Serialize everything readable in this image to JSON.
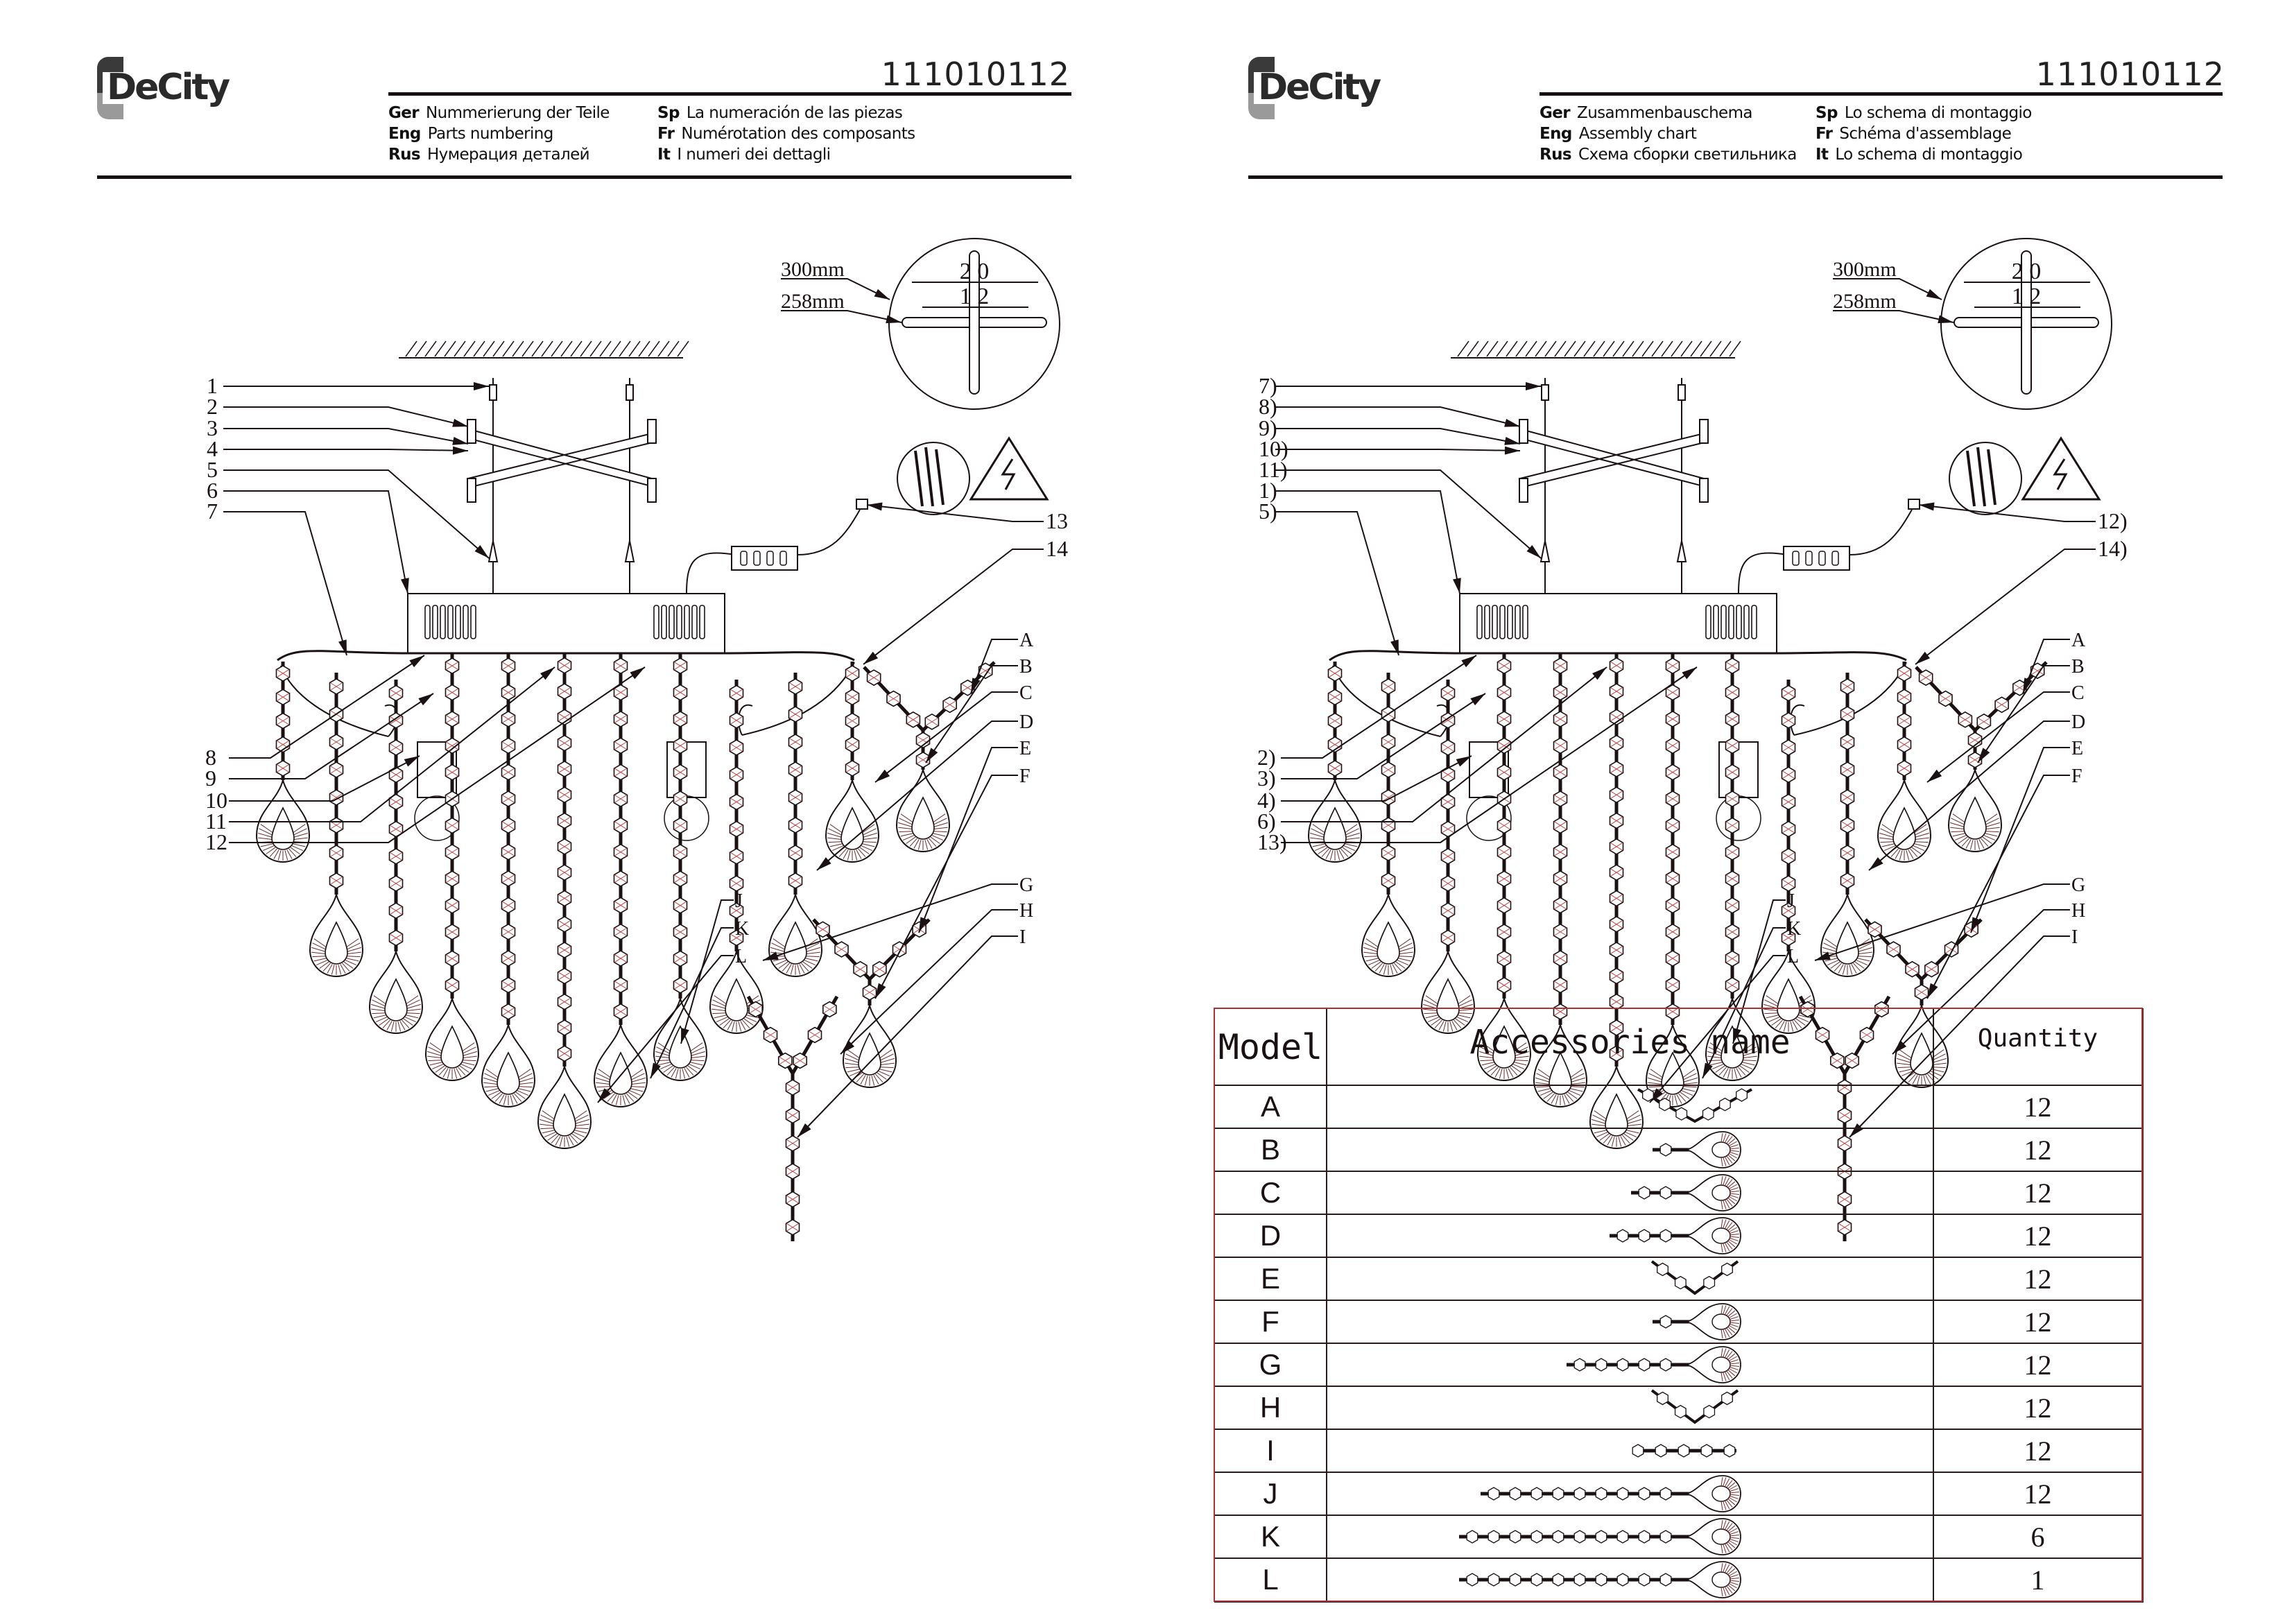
{
  "pages": [
    {
      "logo": "DeCity",
      "doc_number": "111010112",
      "titles": [
        {
          "lang": "Ger",
          "text": "Nummerierung der Teile"
        },
        {
          "lang": "Eng",
          "text": "Parts numbering"
        },
        {
          "lang": "Rus",
          "text": "Нумерация деталей"
        },
        {
          "lang": "Sp",
          "text": "La numeración de las piezas"
        },
        {
          "lang": "Fr",
          "text": "Numérotation des composants"
        },
        {
          "lang": "It",
          "text": "I numeri dei dettagli"
        }
      ],
      "diagram": {
        "dim_labels": [
          "300mm",
          "258mm"
        ],
        "detail_dims": [
          "2 0",
          "1 2"
        ],
        "part_labels_top": [
          "1",
          "2",
          "3",
          "4",
          "5",
          "6",
          "7"
        ],
        "part_labels_bottom": [
          "8",
          "9",
          "10",
          "11",
          "12"
        ],
        "part_labels_right": [
          "13",
          "14"
        ],
        "letter_labels": [
          "A",
          "B",
          "C",
          "D",
          "E",
          "F",
          "G",
          "H",
          "I",
          "J",
          "K",
          "L"
        ]
      }
    },
    {
      "logo": "DeCity",
      "doc_number": "111010112",
      "titles": [
        {
          "lang": "Ger",
          "text": "Zusammenbauschema"
        },
        {
          "lang": "Eng",
          "text": "Assembly chart"
        },
        {
          "lang": "Rus",
          "text": "Схема сборки светильника"
        },
        {
          "lang": "Sp",
          "text": "Lo schema di montaggio"
        },
        {
          "lang": "Fr",
          "text": "Schéma d'assemblage"
        },
        {
          "lang": "It",
          "text": "Lo schema di montaggio"
        }
      ],
      "diagram": {
        "dim_labels": [
          "300mm",
          "258mm"
        ],
        "detail_dims": [
          "2 0",
          "1 2"
        ],
        "part_labels_top": [
          "7)",
          "8)",
          "9)",
          "10)",
          "11)",
          "1)",
          "5)"
        ],
        "part_labels_bottom": [
          "2)",
          "3)",
          "4)",
          "6)",
          "13)"
        ],
        "part_labels_right": [
          "12)",
          "14)"
        ],
        "letter_labels": [
          "A",
          "B",
          "C",
          "D",
          "E",
          "F",
          "G",
          "H",
          "I",
          "J",
          "K",
          "L"
        ]
      }
    }
  ],
  "table": {
    "headers": [
      "Model",
      "Accessories name",
      "Quantity"
    ],
    "rows": [
      {
        "model": "A",
        "shape": "v",
        "beads": 3,
        "qty": "12"
      },
      {
        "model": "B",
        "shape": "drop",
        "beads": 1,
        "qty": "12"
      },
      {
        "model": "C",
        "shape": "drop",
        "beads": 2,
        "qty": "12"
      },
      {
        "model": "D",
        "shape": "drop",
        "beads": 3,
        "qty": "12"
      },
      {
        "model": "E",
        "shape": "v",
        "beads": 2,
        "qty": "12"
      },
      {
        "model": "F",
        "shape": "drop",
        "beads": 1,
        "qty": "12"
      },
      {
        "model": "G",
        "shape": "drop",
        "beads": 5,
        "qty": "12"
      },
      {
        "model": "H",
        "shape": "v",
        "beads": 2,
        "qty": "12"
      },
      {
        "model": "I",
        "shape": "beads",
        "beads": 5,
        "qty": "12"
      },
      {
        "model": "J",
        "shape": "drop",
        "beads": 9,
        "qty": "12"
      },
      {
        "model": "K",
        "shape": "drop",
        "beads": 10,
        "qty": "6"
      },
      {
        "model": "L",
        "shape": "drop",
        "beads": 10,
        "qty": "1"
      }
    ]
  },
  "colors": {
    "ink": "#1a1212",
    "accent_red": "#aa3333"
  }
}
